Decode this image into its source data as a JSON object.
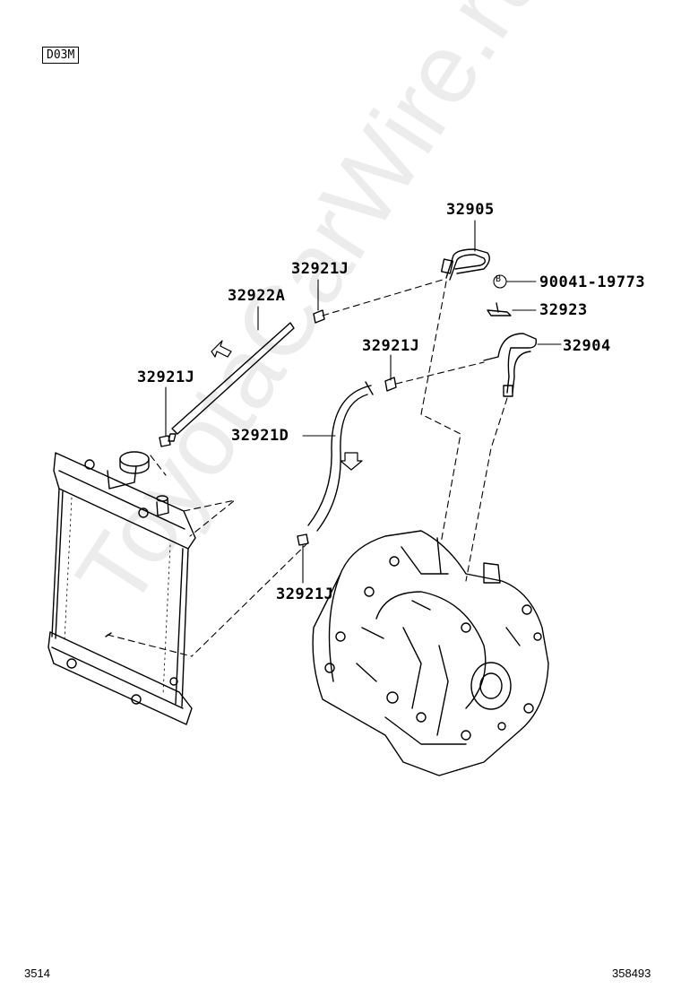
{
  "diagram_code": "D03M",
  "callouts": {
    "p32905": "32905",
    "p32921J_a": "32921J",
    "p90041": "90041-19773",
    "p90041_badge": "B",
    "p32922A": "32922A",
    "p32923": "32923",
    "p32921J_b": "32921J",
    "p32904": "32904",
    "p32921J_c": "32921J",
    "p32921D": "32921D",
    "p32921J_d": "32921J"
  },
  "footer": {
    "left": "3514",
    "right": "358493"
  },
  "watermark": "ToyotaCarWire.ru"
}
